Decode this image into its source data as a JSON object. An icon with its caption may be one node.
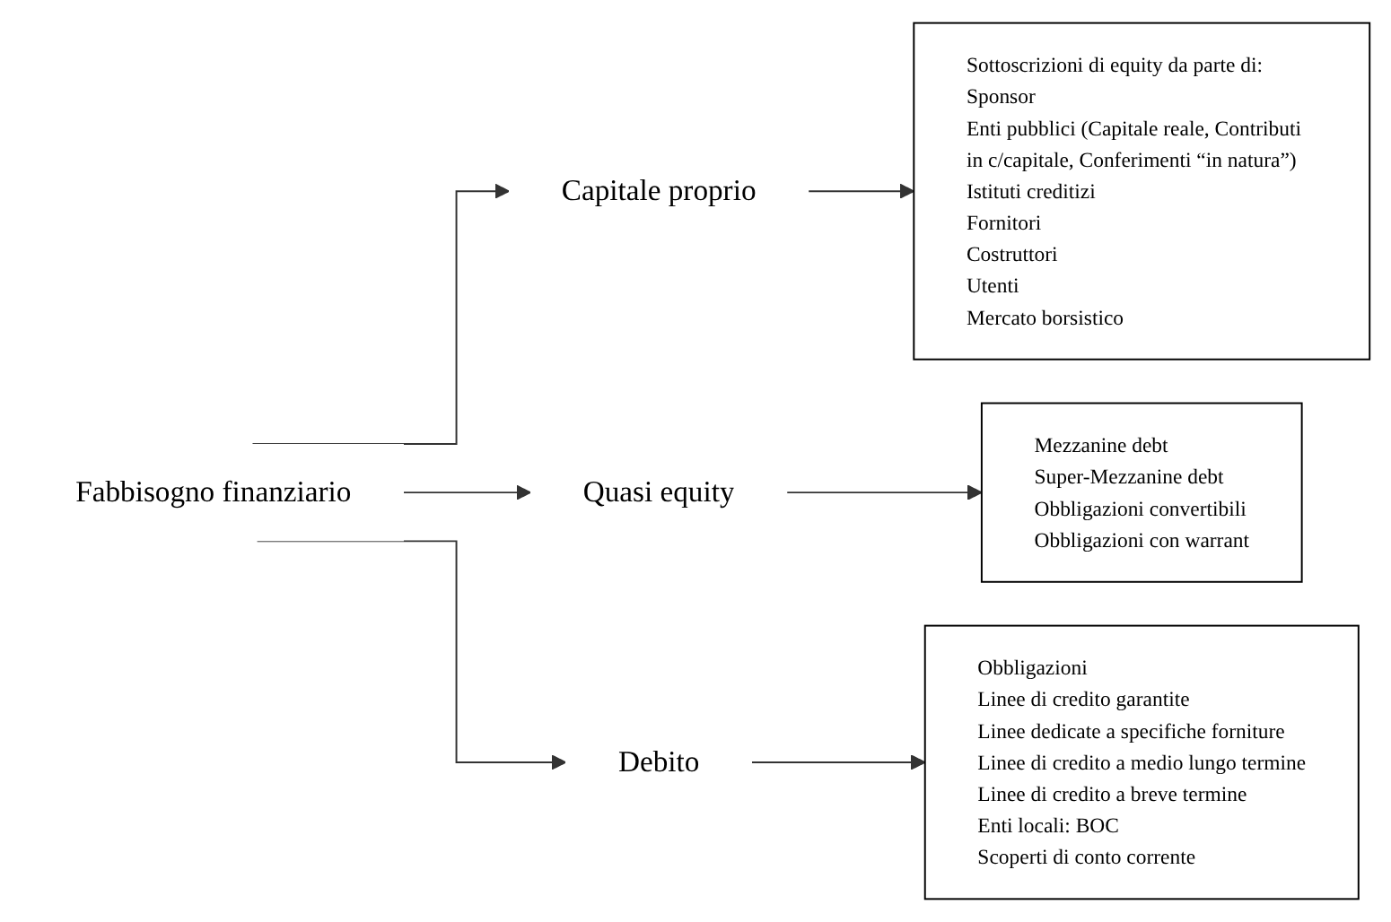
{
  "diagram": {
    "nodes": [
      {
        "text": [
          "Fabbisogno finanziario"
        ]
      },
      {
        "text": [
          "Capitale proprio"
        ]
      },
      {
        "text": [
          "Quasi equity"
        ]
      },
      {
        "text": [
          "Debito"
        ]
      },
      {
        "text": [
          "Sottoscrizioni di equity da parte di:",
          "Sponsor",
          "Enti pubblici (Capitale reale, Contributi in c/capitale, Conferimenti “in natura”)",
          "Istituti creditizi",
          "Fornitori",
          "Costruttori",
          "Utenti",
          "Mercato borsistico"
        ]
      },
      {
        "text": [
          "Mezzanine debt",
          "Super-Mezzanine debt",
          "Obbligazioni convertibili",
          "Obbligazioni con warrant"
        ]
      },
      {
        "text": [
          "Obbligazioni",
          "Linee di credito garantite",
          "Linee dedicate a specifiche forniture",
          "Linee di credito a medio lungo termine",
          "Linee di credito a breve termine",
          "Enti locali: BOC",
          "Scoperti di conto corrente"
        ]
      }
    ],
    "edges": [
      {
        "from": 0,
        "to": 1,
        "arrow": "to"
      },
      {
        "from": 0,
        "to": 2,
        "arrow": "to"
      },
      {
        "from": 0,
        "to": 3,
        "arrow": "to"
      },
      {
        "from": 1,
        "to": 4,
        "arrow": "to"
      },
      {
        "from": 2,
        "to": 5,
        "arrow": "to"
      },
      {
        "from": 3,
        "to": 6,
        "arrow": "to"
      }
    ]
  }
}
